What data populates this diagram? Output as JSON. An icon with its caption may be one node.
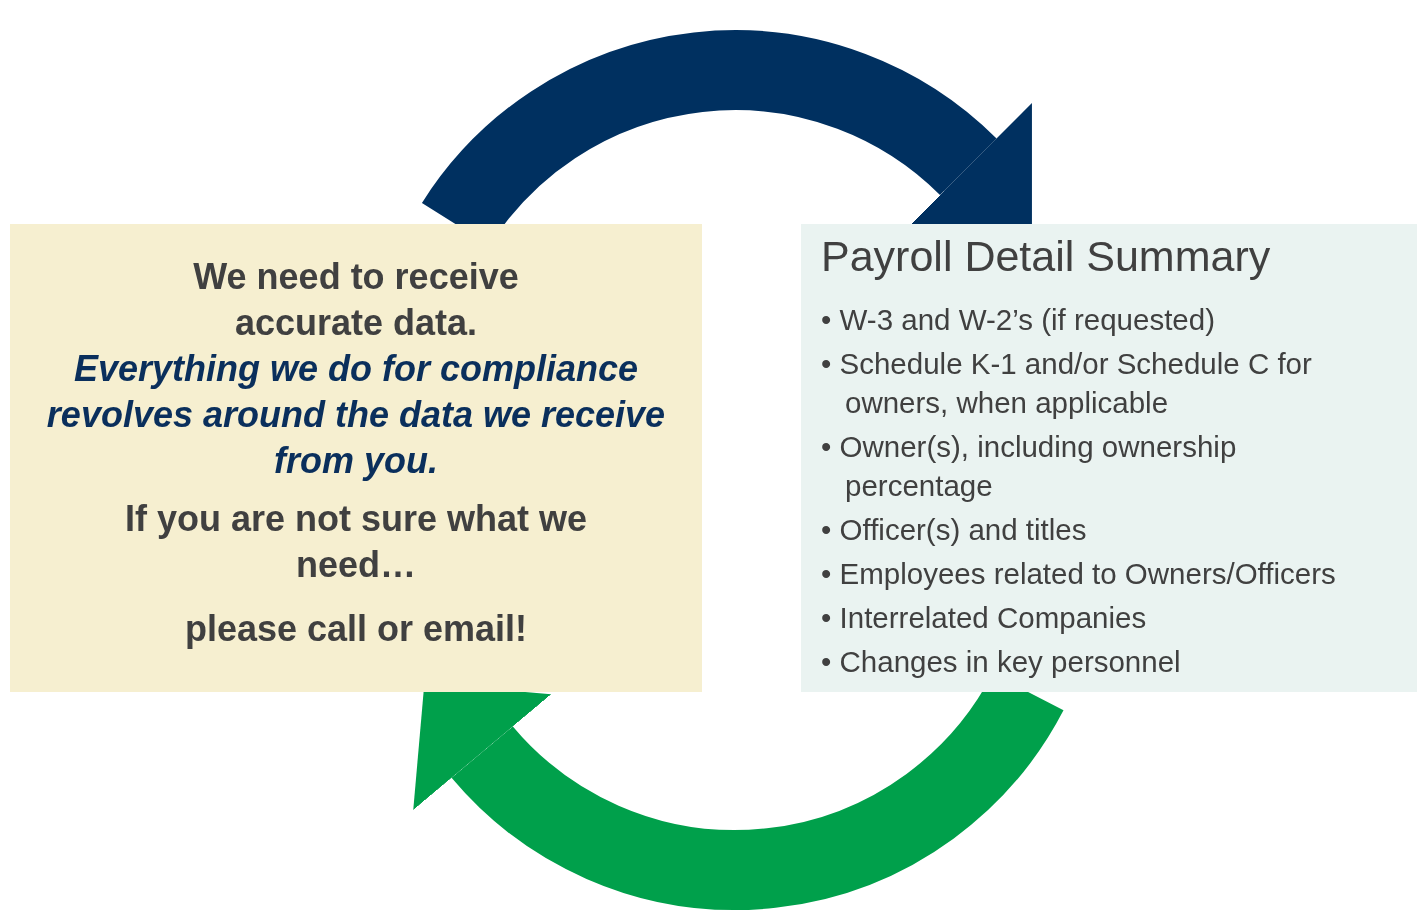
{
  "diagram": {
    "nodes": [
      {
        "text": [
          "We need to receive accurate data.",
          "Everything we do for compliance revolves around the data we receive from you.",
          "If you are not sure what we need…",
          "please call or email!"
        ]
      },
      {
        "text": [
          "Payroll Detail Summary",
          "• W-3 and W-2’s (if requested)",
          "• Schedule K-1 and/or Schedule C for owners, when applicable",
          "• Owner(s), including ownership percentage",
          "• Officer(s) and titles",
          "• Employees related to Owners/Officers",
          "• Interrelated Companies",
          "• Changes in key personnel"
        ]
      }
    ],
    "edges": [
      {
        "from": 0,
        "to": 1,
        "arrow": "to",
        "color": "#003060"
      },
      {
        "from": 1,
        "to": 0,
        "arrow": "to",
        "color": "#00a04b"
      }
    ]
  }
}
